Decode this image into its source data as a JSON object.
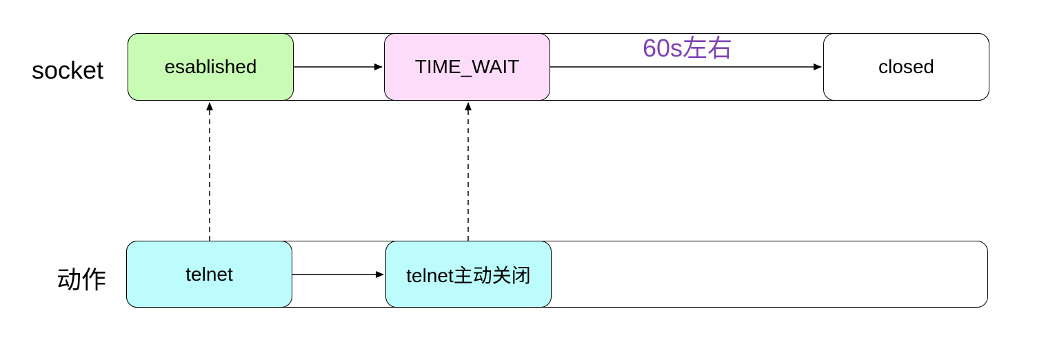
{
  "lanes": {
    "socket": {
      "label": "socket",
      "nodes": {
        "established": {
          "label": "esablished",
          "fill": "#c8fcb4"
        },
        "time_wait": {
          "label": "TIME_WAIT",
          "fill": "#fcdcf8"
        },
        "closed": {
          "label": "closed",
          "fill": "#ffffff"
        }
      },
      "edge_label": {
        "text": "60s左右",
        "color": "#7f44b4"
      }
    },
    "action": {
      "label": "动作",
      "nodes": {
        "telnet": {
          "label": "telnet",
          "fill": "#bcfcfc"
        },
        "telnet_close": {
          "label": "telnet主动关闭",
          "fill": "#bcfcfc"
        }
      }
    }
  }
}
